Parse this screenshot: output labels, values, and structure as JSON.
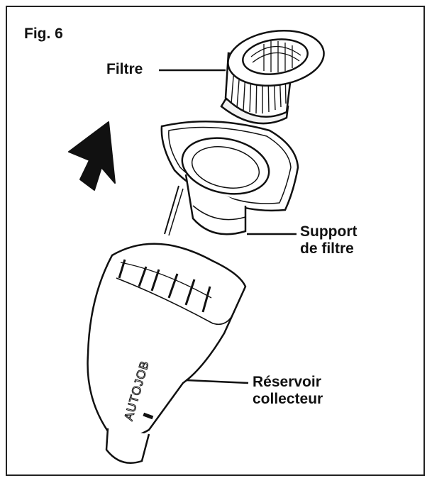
{
  "figure": {
    "label": "Fig. 6"
  },
  "callouts": {
    "filter": "Filtre",
    "filter_holder_line1": "Support",
    "filter_holder_line2": "de filtre",
    "container_line1": "Réservoir",
    "container_line2": "collecteur"
  },
  "product_mark": "AUTOJOB",
  "colors": {
    "ink": "#111111",
    "background": "#ffffff",
    "shade": "#d9d9d9"
  }
}
